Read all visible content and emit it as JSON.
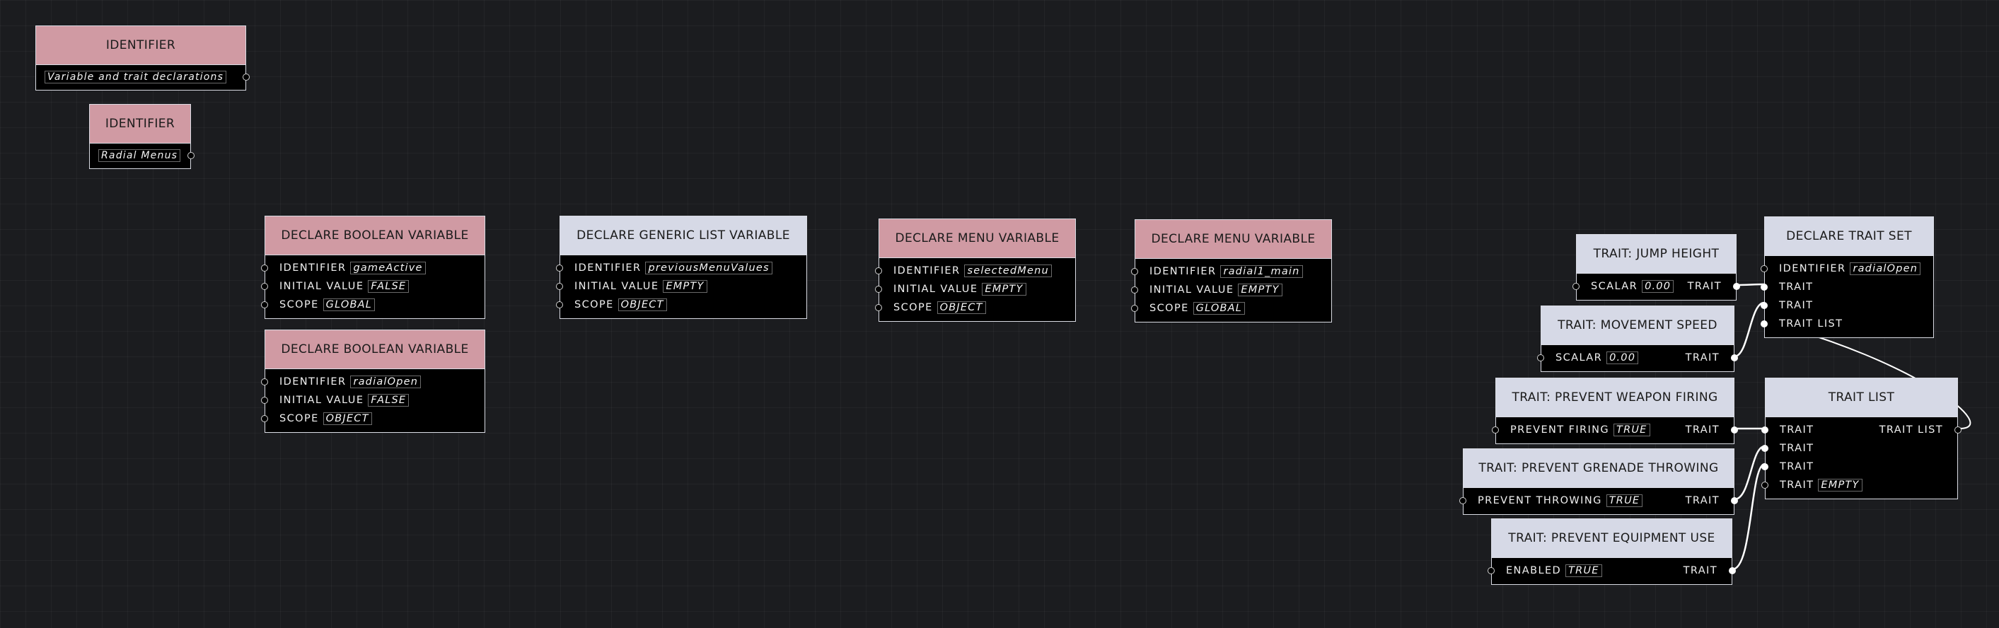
{
  "identifiers": [
    {
      "header": "IDENTIFIER",
      "value": "Variable and trait declarations"
    },
    {
      "header": "IDENTIFIER",
      "value": "Radial Menus"
    }
  ],
  "declare_bool_1": {
    "header": "DECLARE BOOLEAN VARIABLE",
    "identifier_label": "IDENTIFIER",
    "identifier": "gameActive",
    "initial_label": "INITIAL VALUE",
    "initial": "FALSE",
    "scope_label": "SCOPE",
    "scope": "GLOBAL"
  },
  "declare_bool_2": {
    "header": "DECLARE BOOLEAN VARIABLE",
    "identifier_label": "IDENTIFIER",
    "identifier": "radialOpen",
    "initial_label": "INITIAL VALUE",
    "initial": "FALSE",
    "scope_label": "SCOPE",
    "scope": "OBJECT"
  },
  "declare_list": {
    "header": "DECLARE GENERIC LIST VARIABLE",
    "identifier_label": "IDENTIFIER",
    "identifier": "previousMenuValues",
    "initial_label": "INITIAL VALUE",
    "initial": "EMPTY",
    "scope_label": "SCOPE",
    "scope": "OBJECT"
  },
  "declare_menu_1": {
    "header": "DECLARE MENU VARIABLE",
    "identifier_label": "IDENTIFIER",
    "identifier": "selectedMenu",
    "initial_label": "INITIAL VALUE",
    "initial": "EMPTY",
    "scope_label": "SCOPE",
    "scope": "OBJECT"
  },
  "declare_menu_2": {
    "header": "DECLARE MENU VARIABLE",
    "identifier_label": "IDENTIFIER",
    "identifier": "radial1_main",
    "initial_label": "INITIAL VALUE",
    "initial": "EMPTY",
    "scope_label": "SCOPE",
    "scope": "GLOBAL"
  },
  "trait_jump": {
    "header": "TRAIT: JUMP HEIGHT",
    "param_label": "SCALAR",
    "param": "0.00",
    "out": "TRAIT"
  },
  "trait_move": {
    "header": "TRAIT: MOVEMENT SPEED",
    "param_label": "SCALAR",
    "param": "0.00",
    "out": "TRAIT"
  },
  "trait_weapon": {
    "header": "TRAIT: PREVENT WEAPON FIRING",
    "param_label": "PREVENT FIRING",
    "param": "TRUE",
    "out": "TRAIT"
  },
  "trait_grenade": {
    "header": "TRAIT: PREVENT GRENADE THROWING",
    "param_label": "PREVENT THROWING",
    "param": "TRUE",
    "out": "TRAIT"
  },
  "trait_equipment": {
    "header": "TRAIT: PREVENT EQUIPMENT USE",
    "param_label": "ENABLED",
    "param": "TRUE",
    "out": "TRAIT"
  },
  "declare_trait_set": {
    "header": "DECLARE TRAIT SET",
    "identifier_label": "IDENTIFIER",
    "identifier": "radialOpen",
    "trait1": "TRAIT",
    "trait2": "TRAIT",
    "trait_list": "TRAIT LIST"
  },
  "trait_list": {
    "header": "TRAIT LIST",
    "trait1": "TRAIT",
    "out": "TRAIT LIST",
    "trait2": "TRAIT",
    "trait3": "TRAIT",
    "trait4": "TRAIT",
    "trait4_value": "EMPTY"
  },
  "colors": {
    "canvas": "#1b1c1f",
    "pink_header": "#d09aa3",
    "lavender_header": "#d6d9e6",
    "wire": "#ffffff"
  }
}
